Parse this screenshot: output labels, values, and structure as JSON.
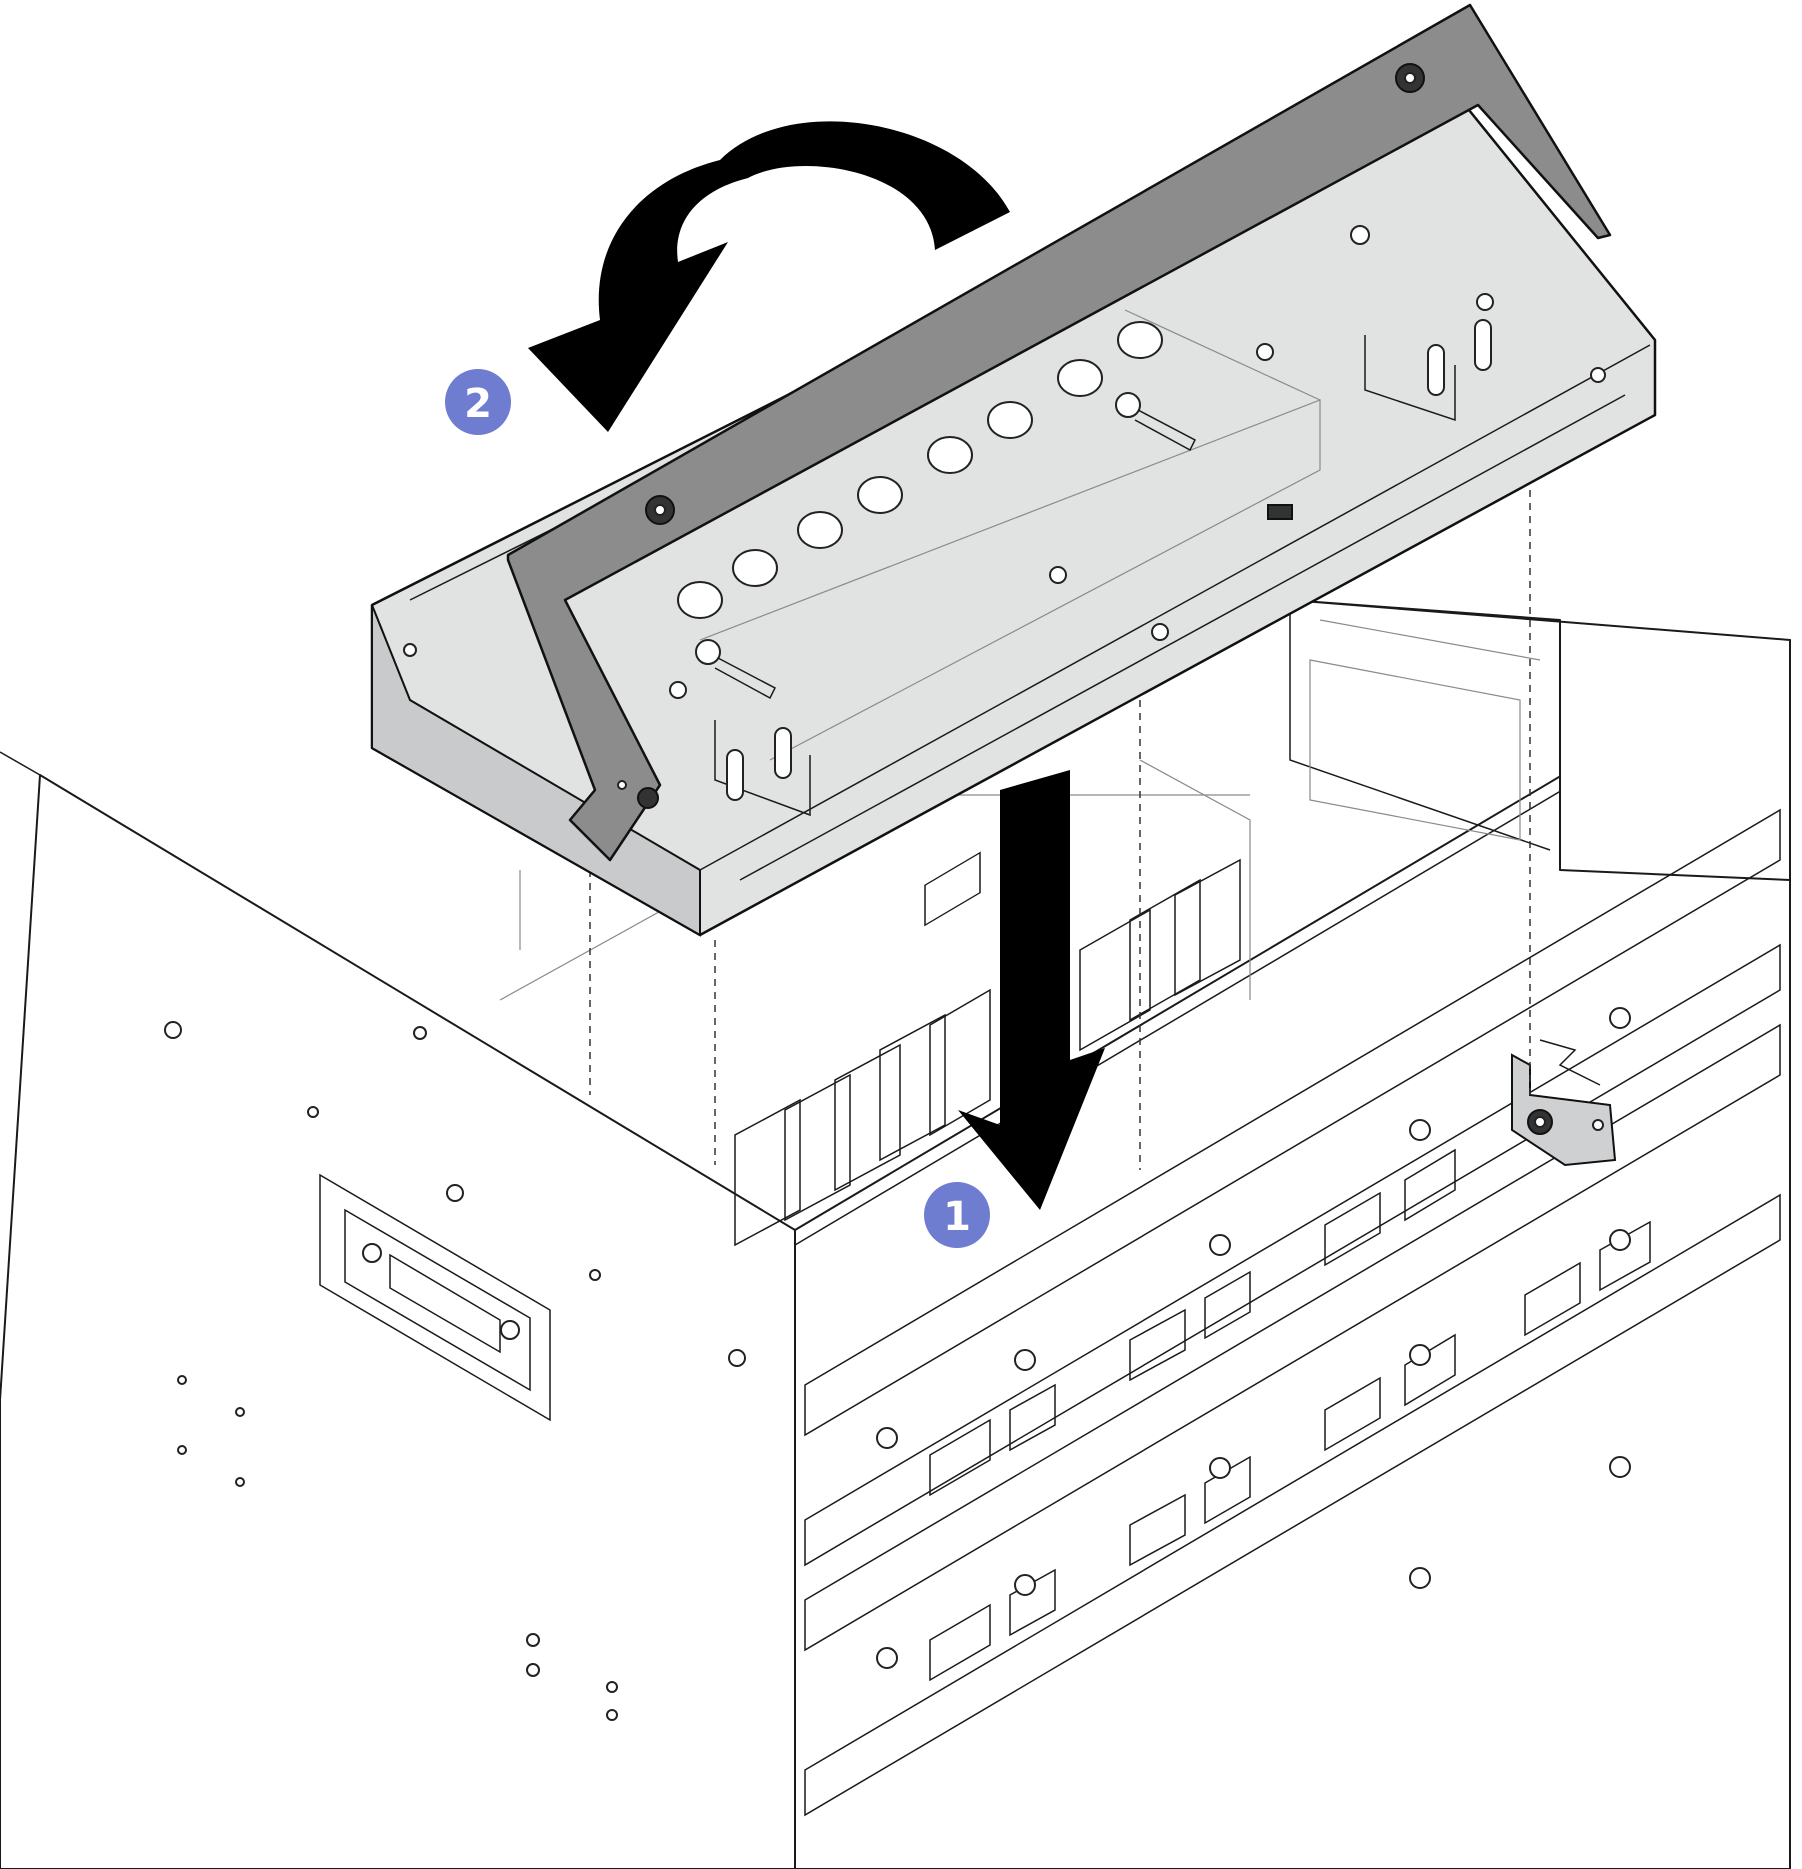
{
  "steps": [
    {
      "number": "1",
      "color": "#6f7dd1"
    },
    {
      "number": "2",
      "color": "#6f7dd1"
    }
  ],
  "colors": {
    "line": "#1a1a1a",
    "cage_fill": "#e1e2e2",
    "handle_fill": "#8c8c8c",
    "arrow_fill": "#000000",
    "callout": "#6f7dd1"
  },
  "icons": {
    "arrow_down": "downward-insert-arrow",
    "arrow_rotate": "rotate-handle-arrow"
  }
}
